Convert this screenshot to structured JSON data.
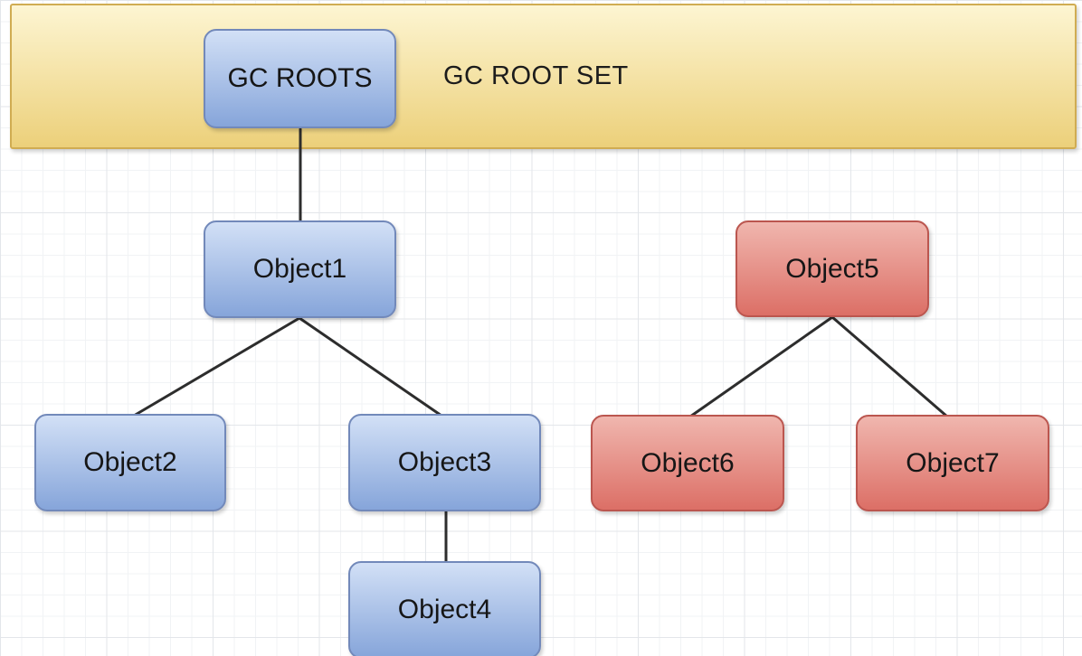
{
  "banner": {
    "label": "GC ROOT SET",
    "fill_top": "#fdf5d2",
    "fill_bottom": "#ecd07a",
    "border_color": "#d0ac52"
  },
  "nodes": [
    {
      "id": "gc-roots",
      "label": "GC ROOTS",
      "color": "blue"
    },
    {
      "id": "object1",
      "label": "Object1",
      "color": "blue"
    },
    {
      "id": "object2",
      "label": "Object2",
      "color": "blue"
    },
    {
      "id": "object3",
      "label": "Object3",
      "color": "blue"
    },
    {
      "id": "object4",
      "label": "Object4",
      "color": "blue"
    },
    {
      "id": "object5",
      "label": "Object5",
      "color": "red"
    },
    {
      "id": "object6",
      "label": "Object6",
      "color": "red"
    },
    {
      "id": "object7",
      "label": "Object7",
      "color": "red"
    }
  ],
  "edges": [
    {
      "from": "gc-roots",
      "to": "object1"
    },
    {
      "from": "object1",
      "to": "object2"
    },
    {
      "from": "object1",
      "to": "object3"
    },
    {
      "from": "object3",
      "to": "object4"
    },
    {
      "from": "object5",
      "to": "object6"
    },
    {
      "from": "object5",
      "to": "object7"
    }
  ],
  "colors": {
    "blue_fill_top": "#d2e0f6",
    "blue_fill_bottom": "#86a5da",
    "blue_border": "#7289ba",
    "red_fill_top": "#f0b6ae",
    "red_fill_bottom": "#dc6f66",
    "red_border": "#bb564f",
    "edge_line": "#2d2d2d",
    "text": "#161616",
    "grid_minor": "#f1f3f5",
    "grid_major": "#e3e6ea"
  }
}
